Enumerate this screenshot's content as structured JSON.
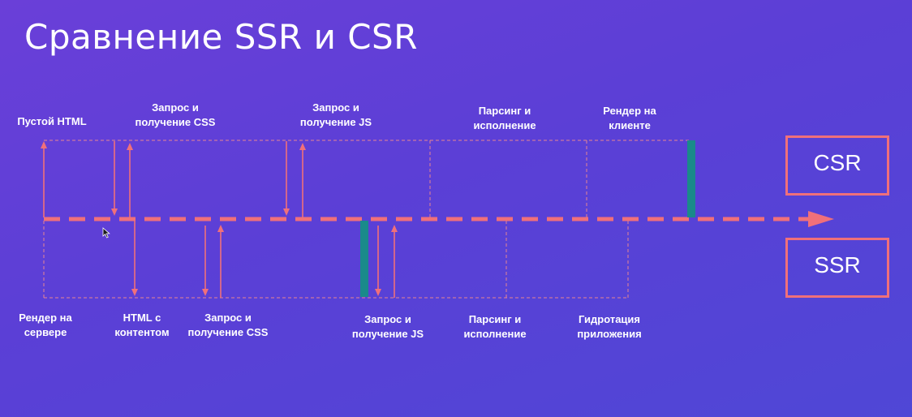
{
  "title": "Сравнение SSR и CSR",
  "colors": {
    "accent": "#f0707a",
    "guide": "#f58c8c",
    "bar": "#1a8a8a",
    "text": "#ffffff"
  },
  "csr": {
    "box_label": "CSR",
    "stages": [
      {
        "label": "Пустой HTML"
      },
      {
        "label": "Запрос и\nполучение CSS"
      },
      {
        "label": "Запрос и\nполучение JS"
      },
      {
        "label": "Парсинг и\nисполнение"
      },
      {
        "label": "Рендер на\nклиенте"
      }
    ]
  },
  "ssr": {
    "box_label": "SSR",
    "stages": [
      {
        "label": "Рендер на\nсервере"
      },
      {
        "label": "HTML с\nконтентом"
      },
      {
        "label": "Запрос и\nполучение CSS"
      },
      {
        "label": "Запрос и\nполучение JS"
      },
      {
        "label": "Парсинг и\nисполнение"
      },
      {
        "label": "Гидротация\nприложения"
      }
    ]
  },
  "icons": {
    "timeline_arrow": "arrow-right-icon",
    "cursor": "mouse-cursor-icon"
  }
}
